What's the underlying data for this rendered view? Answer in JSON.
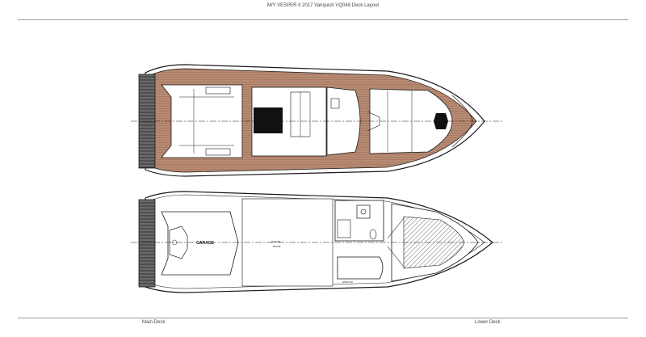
{
  "header": {
    "title": "M/Y VESPER II 2017 Vanquish VQ048 Deck Layout"
  },
  "captions": {
    "main_deck": "Main Deck",
    "lower_deck": "Lower Deck"
  },
  "plan_labels": {
    "garage": "GARAGE",
    "engine_line1": "ENGINE",
    "engine_line2": "ROOM",
    "cabin_note": "ENSUITE"
  },
  "colors": {
    "teak": "#b78a72",
    "teak_plank": "#9a6b58",
    "line": "#1a1a1a",
    "dark_panel": "#111111"
  }
}
